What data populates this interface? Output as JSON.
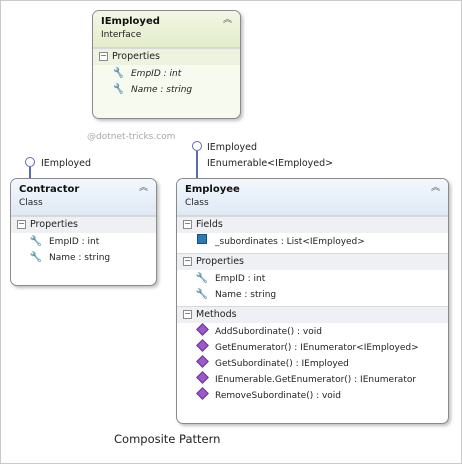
{
  "watermark": "@dotnet-tricks.com",
  "caption": "Composite Pattern",
  "colors": {
    "interface_header": "#e4edcb",
    "class_header": "#dfe9f5",
    "lollipop": "#5b6bb0"
  },
  "iemployed": {
    "title": "IEmployed",
    "stereotype": "Interface",
    "properties_label": "Properties",
    "properties": [
      {
        "text": "EmpID : int",
        "icon": "wrench-icon"
      },
      {
        "text": "Name : string",
        "icon": "wrench-icon"
      }
    ]
  },
  "contractor": {
    "interface_label": "IEmployed",
    "title": "Contractor",
    "stereotype": "Class",
    "properties_label": "Properties",
    "properties": [
      {
        "text": "EmpID : int",
        "icon": "wrench-icon"
      },
      {
        "text": "Name : string",
        "icon": "wrench-icon"
      }
    ]
  },
  "employee": {
    "interface_label_1": "IEmployed",
    "interface_label_2": "IEnumerable<IEmployed>",
    "title": "Employee",
    "stereotype": "Class",
    "fields_label": "Fields",
    "fields": [
      {
        "text": "_subordinates : List<IEmployed>",
        "icon": "field-icon"
      }
    ],
    "properties_label": "Properties",
    "properties": [
      {
        "text": "EmpID : int",
        "icon": "wrench-icon"
      },
      {
        "text": "Name : string",
        "icon": "wrench-icon"
      }
    ],
    "methods_label": "Methods",
    "methods": [
      {
        "text": "AddSubordinate() : void",
        "icon": "method-icon"
      },
      {
        "text": "GetEnumerator() : IEnumerator<IEmployed>",
        "icon": "method-icon"
      },
      {
        "text": "GetSubordinate() : IEmployed",
        "icon": "method-icon"
      },
      {
        "text": "IEnumerable.GetEnumerator() : IEnumerator",
        "icon": "method-icon"
      },
      {
        "text": "RemoveSubordinate() : void",
        "icon": "method-icon"
      }
    ]
  }
}
